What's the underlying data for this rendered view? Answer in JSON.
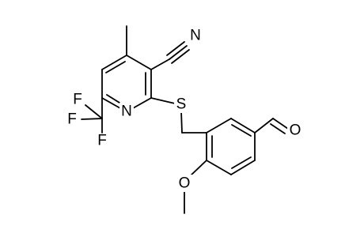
{
  "diagram": {
    "kind": "chemical-structure",
    "colors": {
      "background": "#ffffff",
      "ink": "#000000"
    },
    "atoms": {
      "n_nitrile": "N",
      "n_ring": "N",
      "s": "S",
      "o_aldehyde": "O",
      "o_methoxy": "O",
      "f_top": "F",
      "f_left": "F",
      "f_bottom": "F"
    }
  }
}
